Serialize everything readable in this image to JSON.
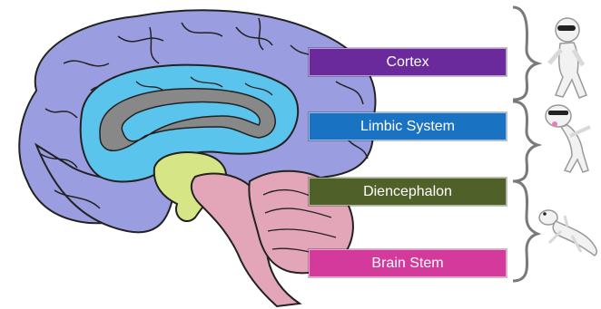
{
  "labels": [
    {
      "key": "cortex",
      "text": "Cortex",
      "color": "#6a2a9c"
    },
    {
      "key": "limbic",
      "text": "Limbic System",
      "color": "#1a72c2"
    },
    {
      "key": "diencephalon",
      "text": "Diencephalon",
      "color": "#4f6128"
    },
    {
      "key": "brain_stem",
      "text": "Brain Stem",
      "color": "#d4399c"
    }
  ],
  "regions": {
    "cortex_color": "#9a9ee0",
    "limbic_color": "#5bc4ec",
    "diencephalon_color": "#d6e585",
    "brainstem_color": "#e3a5b8",
    "cerebellum_color": "#e3a5b8",
    "corpus_color": "#888888"
  },
  "icons": [
    "walking-person-icon",
    "dog-icon",
    "lizard-icon"
  ]
}
